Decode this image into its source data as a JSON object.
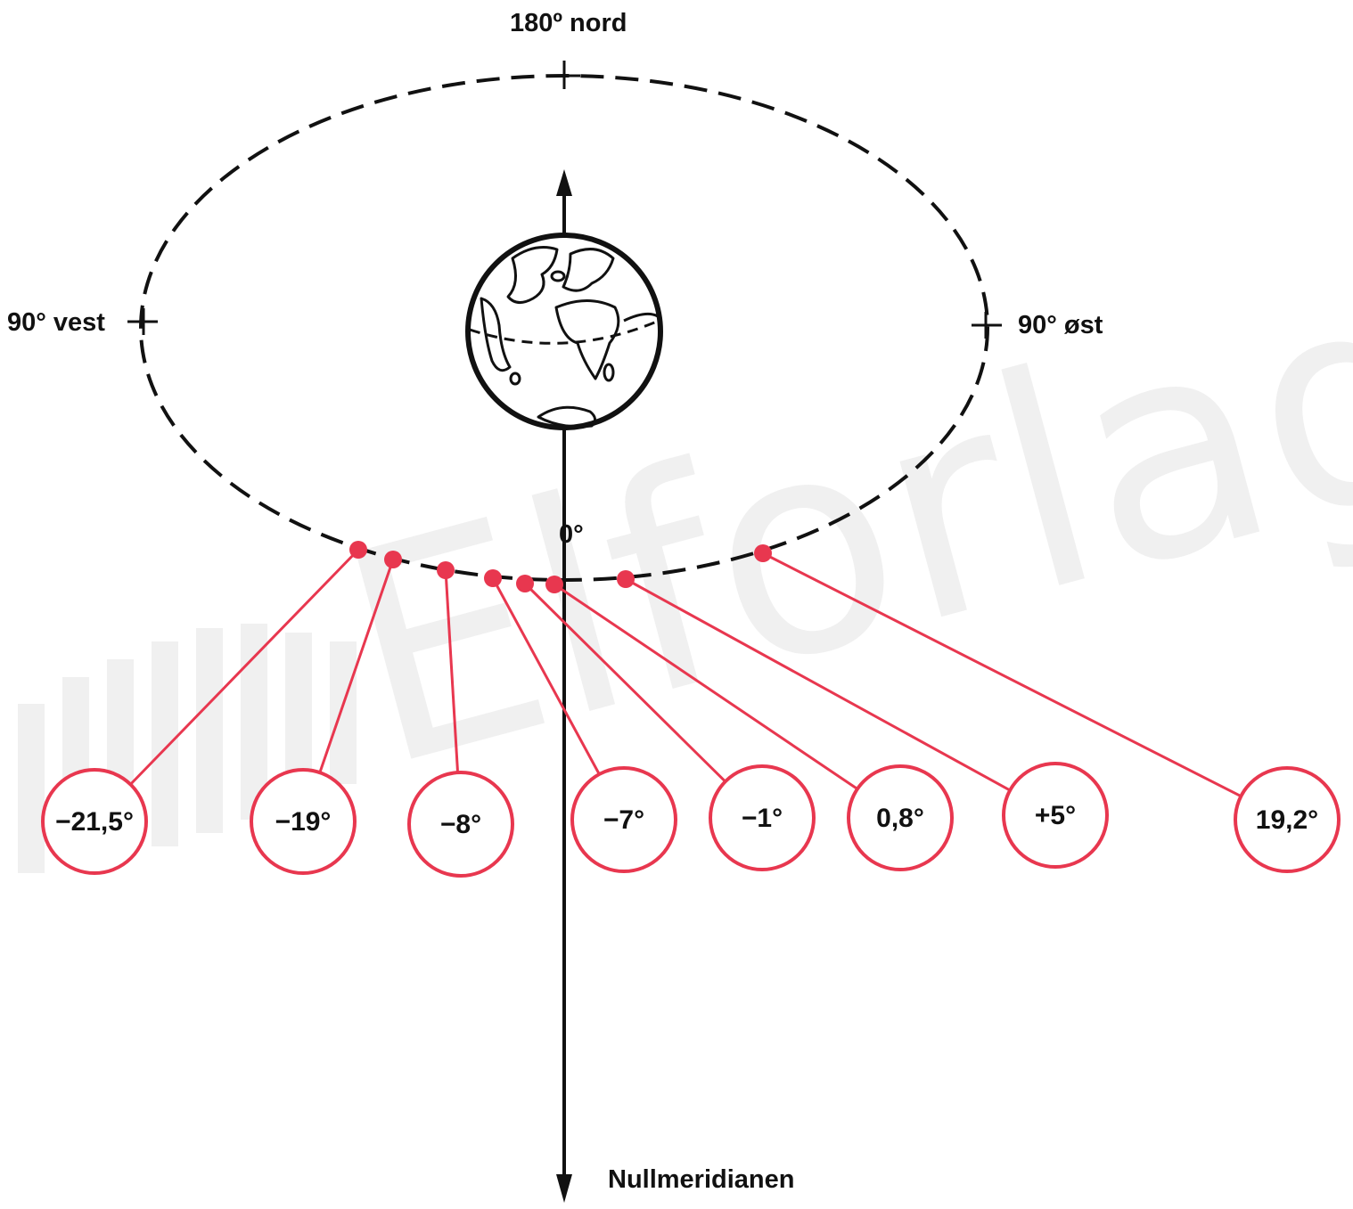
{
  "labels": {
    "north": "180º nord",
    "west": "90° vest",
    "east": "90° øst",
    "zero": "0°",
    "meridian": "Nullmeridianen"
  },
  "watermark": "Elforlaget",
  "colors": {
    "marker": "#e8374f",
    "line": "#111111",
    "background": "#ffffff"
  },
  "icons": {
    "globe": "globe-icon"
  },
  "positions": [
    {
      "label": "−21,5°"
    },
    {
      "label": "−19°"
    },
    {
      "label": "−8°"
    },
    {
      "label": "−7°"
    },
    {
      "label": "−1°"
    },
    {
      "label": "0,8°"
    },
    {
      "label": "+5°"
    },
    {
      "label": "19,2°"
    }
  ]
}
